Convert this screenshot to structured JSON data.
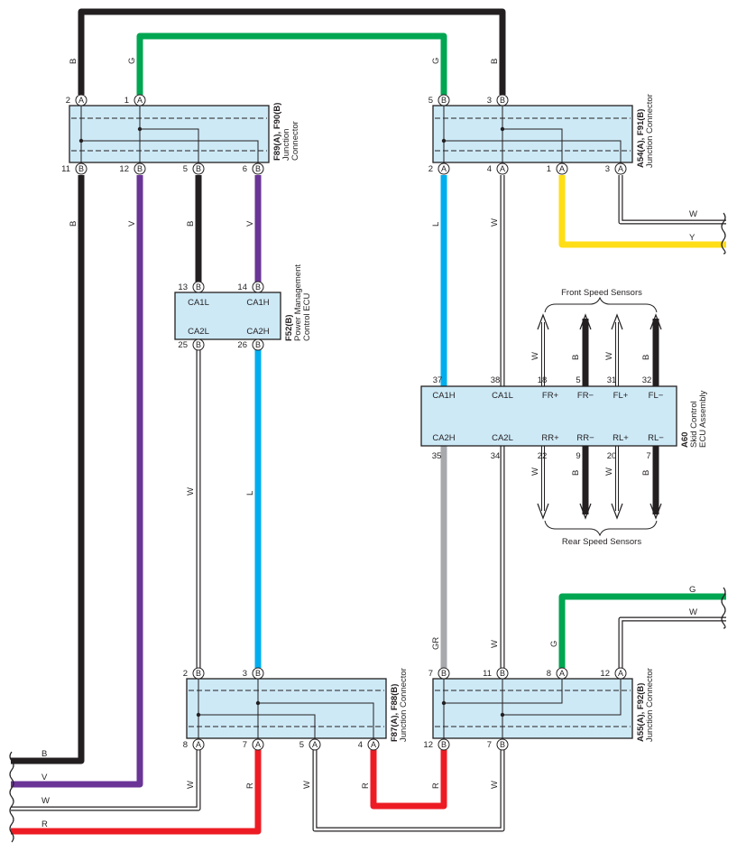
{
  "colors": {
    "B": "#231f20",
    "G": "#00a651",
    "V": "#6a3597",
    "L": "#00aeef",
    "Y": "#ffde17",
    "R": "#ed1c24",
    "GR": "#a7a9ac",
    "W": "#ffffff",
    "box_fill": "#cde9f6"
  },
  "connectors": {
    "f89": {
      "title": "F89(A), F90(B)",
      "sub1": "Junction",
      "sub2": "Connector",
      "pins": [
        "2",
        "1",
        "11",
        "12",
        "5",
        "6"
      ],
      "letters": [
        "A",
        "A",
        "B",
        "B",
        "B",
        "B"
      ]
    },
    "a54": {
      "title": "A54(A), F91(B)",
      "sub1": "Junction Connector",
      "pins": [
        "5",
        "3",
        "2",
        "4",
        "1",
        "3"
      ],
      "letters": [
        "B",
        "B",
        "A",
        "A",
        "A",
        "A"
      ]
    },
    "f52": {
      "title": "F52(B)",
      "sub1": "Power Management",
      "sub2": "Control ECU",
      "pins": [
        "13",
        "14",
        "25",
        "26"
      ],
      "letters": [
        "B",
        "B",
        "B",
        "B"
      ],
      "terms": [
        "CA1L",
        "CA1H",
        "CA2L",
        "CA2H"
      ]
    },
    "a60": {
      "title": "A60",
      "sub1": "Skid Control",
      "sub2": "ECU Assembly",
      "top_pins": [
        "37",
        "38",
        "18",
        "5",
        "31",
        "32"
      ],
      "top_terms": [
        "CA1H",
        "CA1L",
        "FR+",
        "FR−",
        "FL+",
        "FL−"
      ],
      "bot_terms": [
        "CA2H",
        "CA2L",
        "RR+",
        "RR−",
        "RL+",
        "RL−"
      ],
      "bot_pins": [
        "35",
        "34",
        "22",
        "9",
        "20",
        "7"
      ]
    },
    "f87": {
      "title": "F87(A), F88(B)",
      "sub1": "Junction Connector",
      "pins": [
        "2",
        "3",
        "8",
        "7",
        "5",
        "4"
      ],
      "letters": [
        "B",
        "B",
        "A",
        "A",
        "A",
        "A"
      ]
    },
    "a55": {
      "title": "A55(A), F92(B)",
      "sub1": "Junction Connector",
      "pins": [
        "7",
        "11",
        "8",
        "12",
        "12",
        "7"
      ],
      "letters": [
        "B",
        "B",
        "A",
        "A",
        "B",
        "B"
      ]
    }
  },
  "sensors": {
    "front": "Front Speed Sensors",
    "rear": "Rear Speed Sensors"
  },
  "wire_labels": {
    "top_b_left": "B",
    "top_g_left": "G",
    "top_g_right": "G",
    "top_b_right": "B",
    "f89_b_down": "B",
    "f89_v_down": "V",
    "f89_b_short": "B",
    "f89_v_short": "V",
    "a54_l": "L",
    "a54_w": "W",
    "a54_w_right": "W",
    "a54_y_right": "Y",
    "f52_w": "W",
    "f52_l": "L",
    "front_w1": "W",
    "front_b1": "B",
    "front_w2": "W",
    "front_b2": "B",
    "rear_w1": "W",
    "rear_b1": "B",
    "rear_w2": "W",
    "rear_b2": "B",
    "a55_g_right": "G",
    "a55_w_right": "W",
    "a55_g_up": "G",
    "a60_gr": "GR",
    "a60_w": "W",
    "left_b": "B",
    "left_v": "V",
    "left_w": "W",
    "left_r": "R",
    "f87_w": "W",
    "f87_r": "R",
    "f87_w2": "W",
    "f87_r2": "R",
    "a55_r": "R",
    "a55_w": "W"
  }
}
